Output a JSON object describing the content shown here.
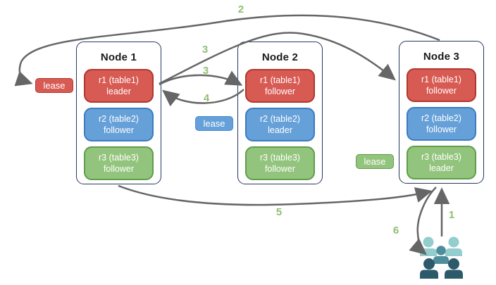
{
  "nodes": [
    {
      "title": "Node 1",
      "replicas": [
        {
          "name": "r1 (table1)",
          "role": "leader",
          "color": "red"
        },
        {
          "name": "r2 (table2)",
          "role": "follower",
          "color": "blue"
        },
        {
          "name": "r3 (table3)",
          "role": "follower",
          "color": "green"
        }
      ]
    },
    {
      "title": "Node 2",
      "replicas": [
        {
          "name": "r1 (table1)",
          "role": "follower",
          "color": "red"
        },
        {
          "name": "r2 (table2)",
          "role": "leader",
          "color": "blue"
        },
        {
          "name": "r3 (table3)",
          "role": "follower",
          "color": "green"
        }
      ]
    },
    {
      "title": "Node 3",
      "replicas": [
        {
          "name": "r1 (table1)",
          "role": "follower",
          "color": "red"
        },
        {
          "name": "r2 (table2)",
          "role": "follower",
          "color": "blue"
        },
        {
          "name": "r3 (table3)",
          "role": "leader",
          "color": "green"
        }
      ]
    }
  ],
  "leases": [
    {
      "label": "lease",
      "color": "red"
    },
    {
      "label": "lease",
      "color": "blue"
    },
    {
      "label": "lease",
      "color": "green"
    }
  ],
  "steps": {
    "s1": "1",
    "s2": "2",
    "s3a": "3",
    "s3b": "3",
    "s4": "4",
    "s5": "5",
    "s6": "6"
  },
  "icons": {
    "clients": "users-icon"
  },
  "colors": {
    "arrow": "#666666",
    "step_label": "#8fbf74",
    "node_border": "#24395f",
    "red_fill": "#d75a53",
    "red_border": "#b03730",
    "blue_fill": "#66a0d8",
    "blue_border": "#3b7cc0",
    "green_fill": "#93c47d",
    "green_border": "#5f9e4a",
    "users_light": "#93cdcd",
    "users_mid": "#4d8d9c",
    "users_dark": "#2c5a6b"
  }
}
